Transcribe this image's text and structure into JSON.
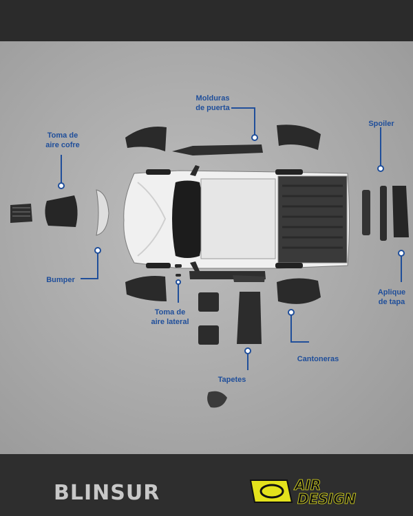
{
  "labels": {
    "molduras": "Molduras\nde puerta",
    "spoiler": "Spoiler",
    "toma_cofre": "Toma de\naire cofre",
    "bumper": "Bumper",
    "aplique": "Aplique\nde tapa",
    "toma_lateral": "Toma de\naire lateral",
    "cantoneras": "Cantoneras",
    "tapetes": "Tapetes"
  },
  "brands": {
    "left": "BLINSUR",
    "right_line1": "AIR",
    "right_line2": "DESIGN"
  },
  "colors": {
    "label": "#1f4e9a",
    "bar": "#2b2b2b",
    "accent_yellow": "#e4e21c"
  },
  "icons": [
    "callout-dot-icon",
    "pickup-truck-icon",
    "air-design-emblem-icon"
  ]
}
